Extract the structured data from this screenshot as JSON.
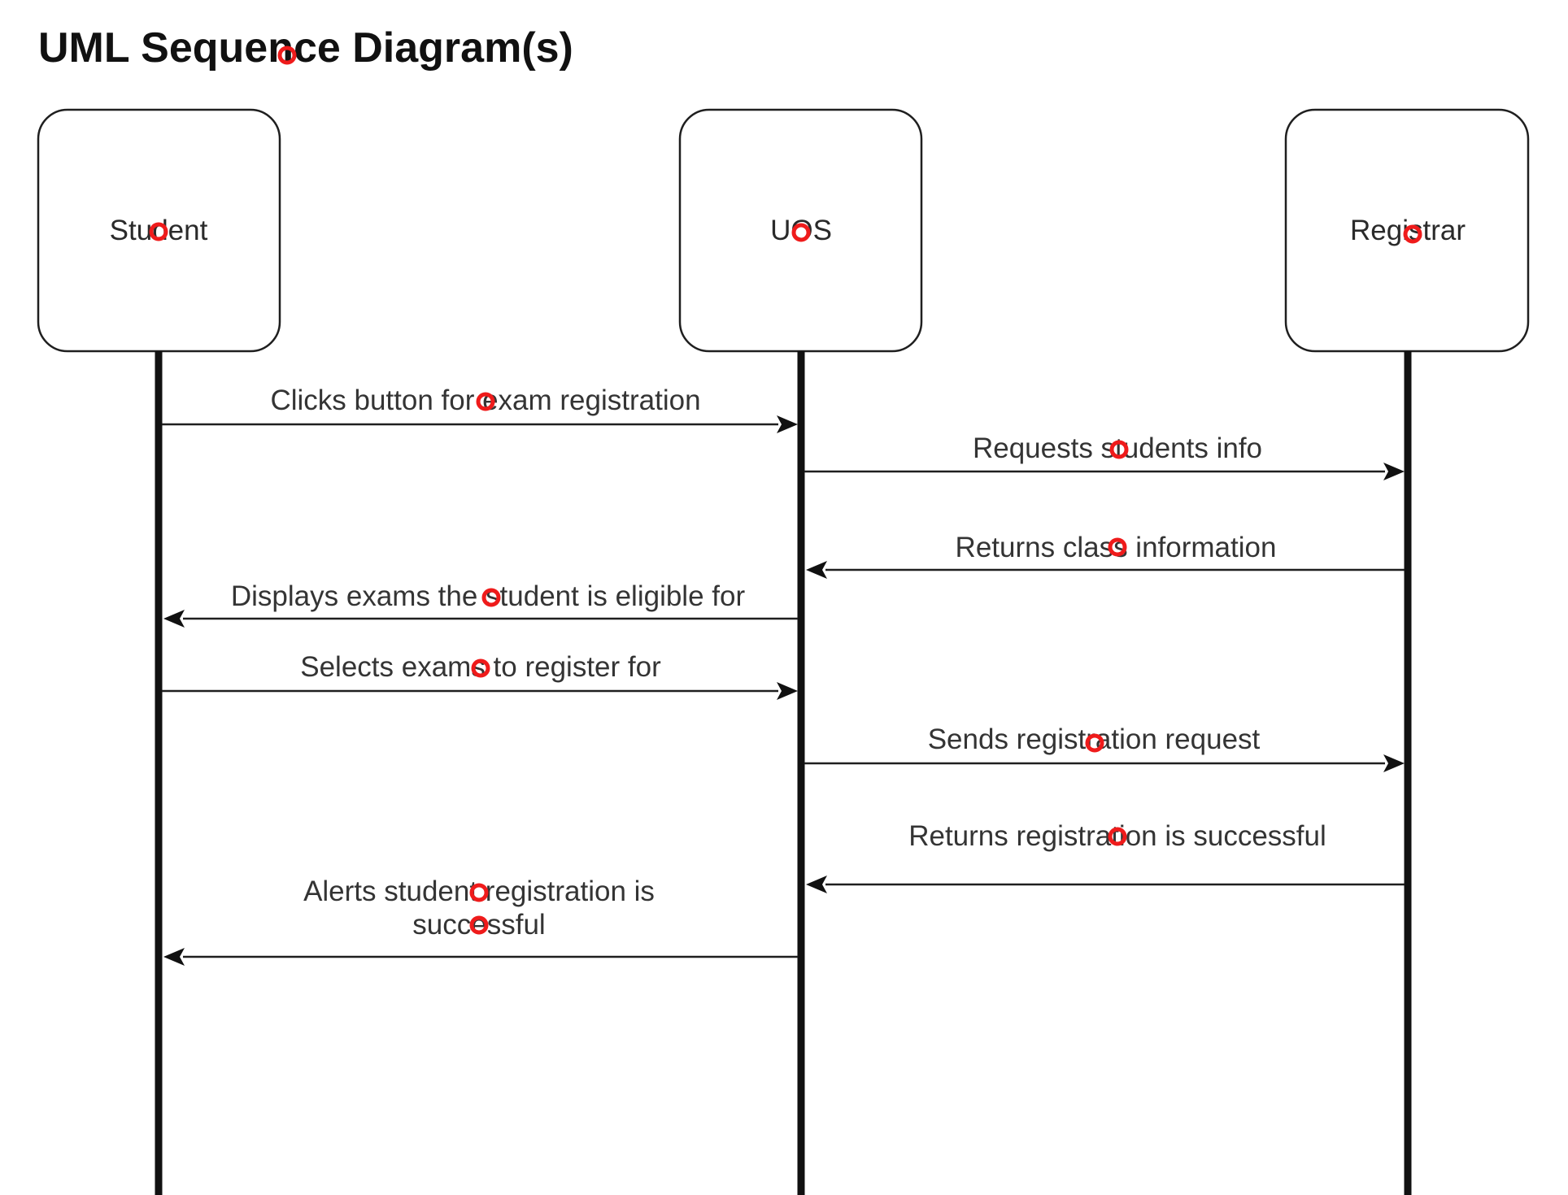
{
  "diagram": {
    "title": "UML Sequence Diagram(s)",
    "colors": {
      "background": "#ffffff",
      "stroke": "#1f1f1f",
      "text": "#343434",
      "marker": "#ef1b1b"
    },
    "participants": [
      {
        "id": "student",
        "label": "Student"
      },
      {
        "id": "uos",
        "label": "UOS"
      },
      {
        "id": "registrar",
        "label": "Registrar"
      }
    ],
    "messages": [
      {
        "id": "clicks-button",
        "from": "student",
        "to": "uos",
        "label_lines": [
          "Clicks button for exam registration"
        ]
      },
      {
        "id": "requests-students-info",
        "from": "uos",
        "to": "registrar",
        "label_lines": [
          "Requests students info"
        ]
      },
      {
        "id": "returns-class-information",
        "from": "registrar",
        "to": "uos",
        "label_lines": [
          "Returns class information"
        ]
      },
      {
        "id": "displays-eligible-exams",
        "from": "uos",
        "to": "student",
        "label_lines": [
          "Displays exams the student is eligible for"
        ]
      },
      {
        "id": "selects-exams",
        "from": "student",
        "to": "uos",
        "label_lines": [
          "Selects exams to register for"
        ]
      },
      {
        "id": "sends-registration-request",
        "from": "uos",
        "to": "registrar",
        "label_lines": [
          "Sends registration request"
        ]
      },
      {
        "id": "returns-registration-successful",
        "from": "registrar",
        "to": "uos",
        "label_lines": [
          "Returns registration is successful"
        ]
      },
      {
        "id": "alerts-student",
        "from": "uos",
        "to": "student",
        "label_lines": [
          "Alerts student registration is",
          "successful"
        ]
      }
    ]
  }
}
